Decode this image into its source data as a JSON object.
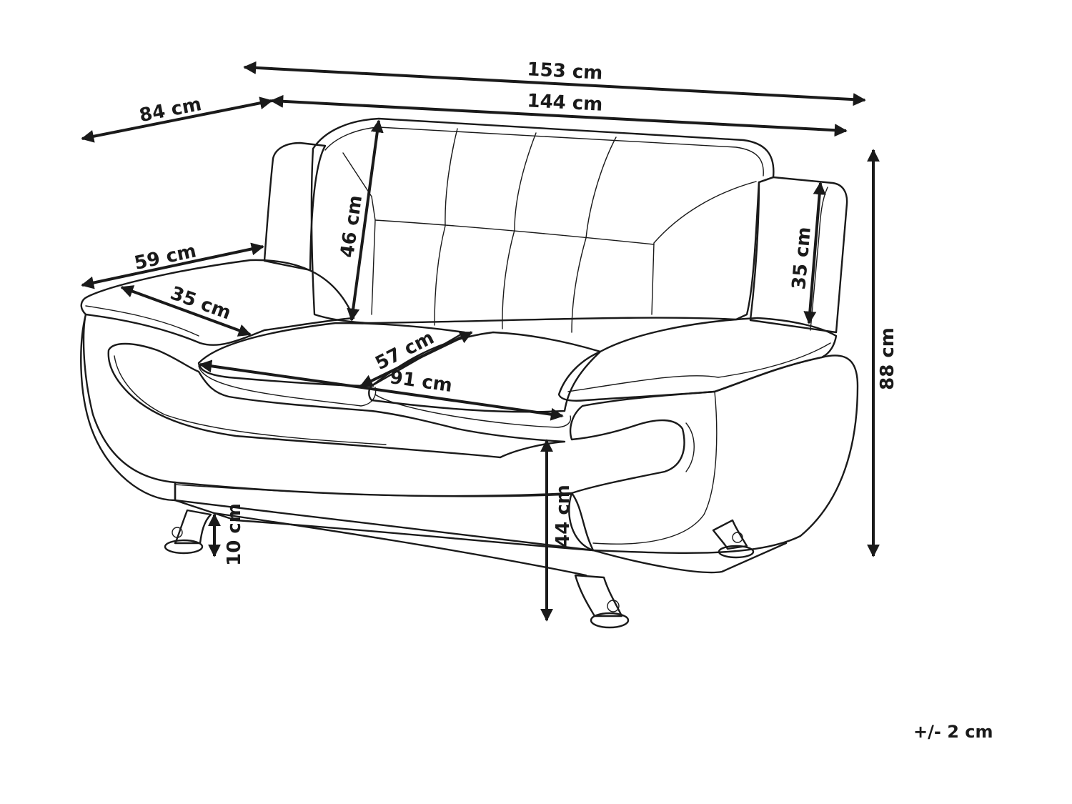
{
  "dimensions": {
    "overall_width": "153 cm",
    "depth": "84 cm",
    "inner_width": "144 cm",
    "backrest_height": "46 cm",
    "armrest_depth": "59 cm",
    "armrest_height": "35 cm",
    "armrest_width": "35 cm",
    "seat_depth": "57 cm",
    "seat_width": "91 cm",
    "total_height": "88 cm",
    "seat_height": "44 cm",
    "leg_height": "10 cm"
  },
  "tolerance": "+/- 2 cm",
  "colors": {
    "line": "#1a1a1a",
    "background": "#ffffff"
  }
}
